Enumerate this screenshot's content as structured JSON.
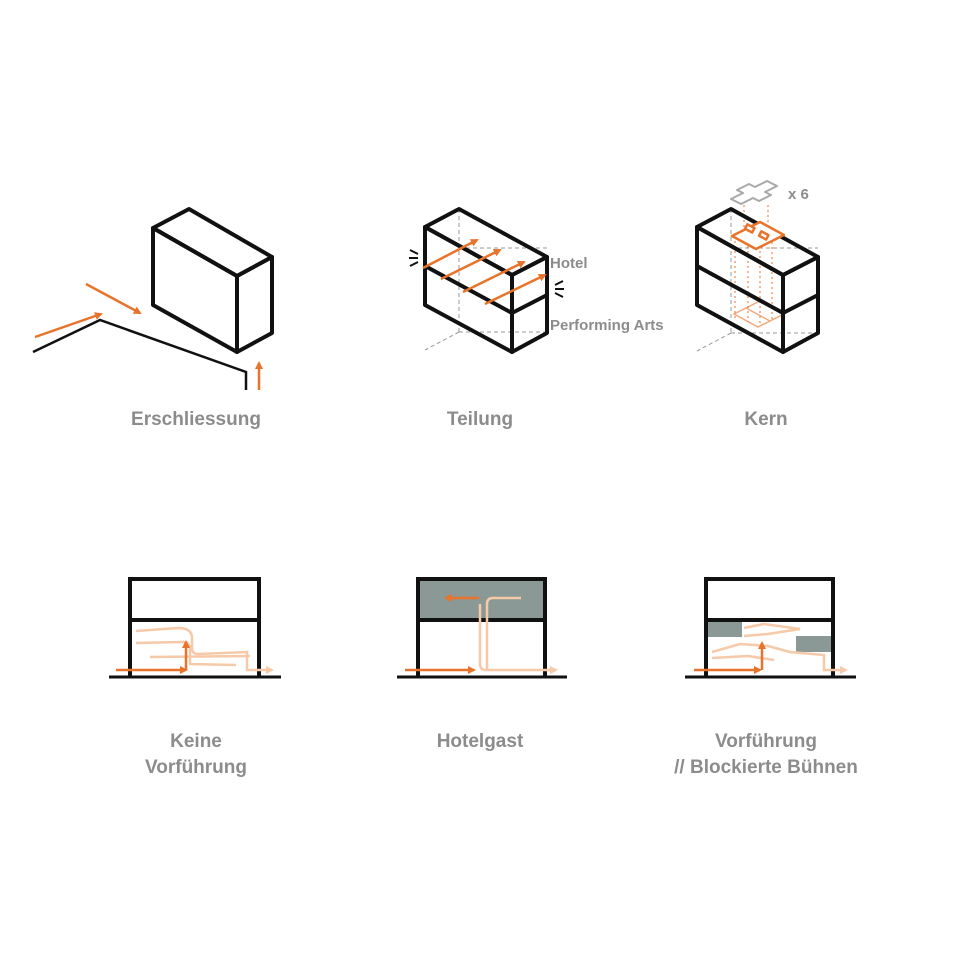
{
  "colors": {
    "outline": "#111111",
    "accent": "#e8732a",
    "accent_light": "#f6c9a8",
    "fill_grey": "#8a9996",
    "text_grey": "#8c8c8c"
  },
  "diagrams": {
    "erschliessung": {
      "caption": "Erschliessung"
    },
    "teilung": {
      "caption": "Teilung",
      "label_top": "Hotel",
      "label_bottom": "Performing Arts"
    },
    "kern": {
      "caption": "Kern",
      "multiplier": "x 6"
    },
    "keine_vorfuehrung": {
      "caption_line1": "Keine",
      "caption_line2": "Vorführung"
    },
    "hotelgast": {
      "caption": "Hotelgast"
    },
    "vorfuehrung": {
      "caption_line1": "Vorführung",
      "caption_line2": "// Blockierte Bühnen"
    }
  }
}
